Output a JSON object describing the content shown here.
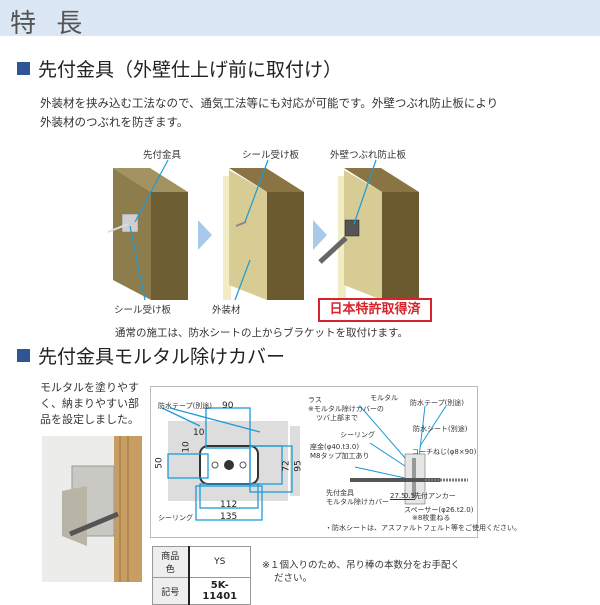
{
  "header": {
    "title": "特 長"
  },
  "section1": {
    "heading": "先付金具（外壁仕上げ前に取付け）",
    "description": [
      "外装材を挟み込む工法なので、通気工法等にも対応が可能です。外壁つぶれ防止板により",
      "外装材のつぶれを防ぎます。"
    ],
    "labels": {
      "step1_top": "先付金具",
      "step1_bottom": "シール受け板",
      "step2_top": "シール受け板",
      "step2_bottom": "外装材",
      "step3_top": "外壁つぶれ防止板"
    },
    "patent_badge": "日本特許取得済",
    "caption": "通常の施工は、防水シートの上からブラケットを取付けます。"
  },
  "section2": {
    "heading": "先付金具モルタル除けカバー",
    "photo_caption": [
      "モルタルを塗りやす",
      "く、納まりやすい部",
      "品を設定しました。"
    ],
    "front_view": {
      "label_tape": "防水テープ(別途)",
      "label_sealing": "シーリング",
      "dims": [
        "90",
        "10",
        "10",
        "50",
        "72",
        "95",
        "112",
        "135"
      ]
    },
    "side_view": {
      "labels": [
        "ラス",
        "※モルタル除けカバーの",
        "ツバ上部まで",
        "モルタル",
        "防水テープ(別途)",
        "防水シート(別途)",
        "シーリング",
        "座金(φ40.t3.0)",
        "M8タップ加工あり",
        "コーチねじ(φ8×90)",
        "先付金具",
        "モルタル除けカバー",
        "先付アンカー",
        "27.5",
        "0.5",
        "スペーサー(φ26.t2.0)",
        "※8枚重ねる"
      ],
      "note": "・防水シートは、アスファルトフェルト等をご使用ください。"
    },
    "spec_table": {
      "rows": [
        [
          "商品色",
          "YS"
        ],
        [
          "記号",
          "5K-11401"
        ]
      ]
    },
    "note": [
      "※１個入りのため、吊り棒の本数分をお手配く",
      "ださい。"
    ]
  },
  "colors": {
    "header_bg": "#dbe7f4",
    "accent": "#2f5597",
    "patent_red": "#d8232a",
    "leader": "#1e9ad6"
  }
}
